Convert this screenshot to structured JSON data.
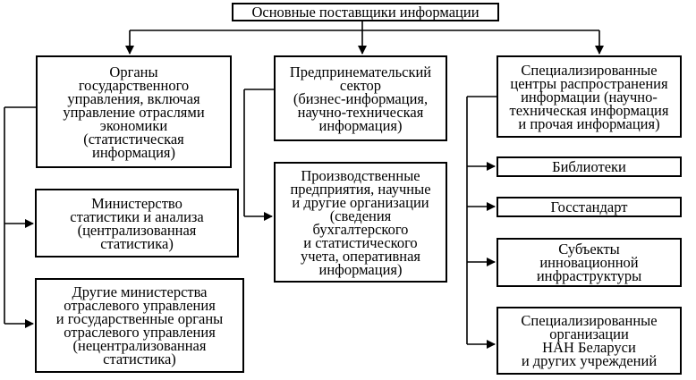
{
  "diagram": {
    "root": "Основные поставщики информации",
    "col1": {
      "head": "Органы\nгосударственного\nуправления, включая\nуправление отраслями\nэкономики\n(статистическая\nинформация)",
      "children": [
        "Министерство\nстатистики и анализа\n(централизованная\nстатистика)",
        "Другие министерства\nотраслевого управления\nи государственные органы\nотраслевого управления\n(нецентрализованная\nстатистика)"
      ]
    },
    "col2": {
      "head": "Предпринемательский\nсектор\n(бизнес-информация,\nнаучно-техническая\nинформация)",
      "children": [
        "Производственные\nпредприятия, научные\nи другие организации\n(сведения\nбухгалтерского\nи статистического\nучета, оперативная\nинформация)"
      ]
    },
    "col3": {
      "head": "Специализированные\nцентры распространения\nинформации (научно-\nтехническая информация\nи прочая информация)",
      "children": [
        "Библиотеки",
        "Госстандарт",
        "Субъекты\nинновационной\nинфраструктуры",
        "Специализированные\nорганизации\nНАН Беларуси\nи других учреждений"
      ]
    }
  }
}
